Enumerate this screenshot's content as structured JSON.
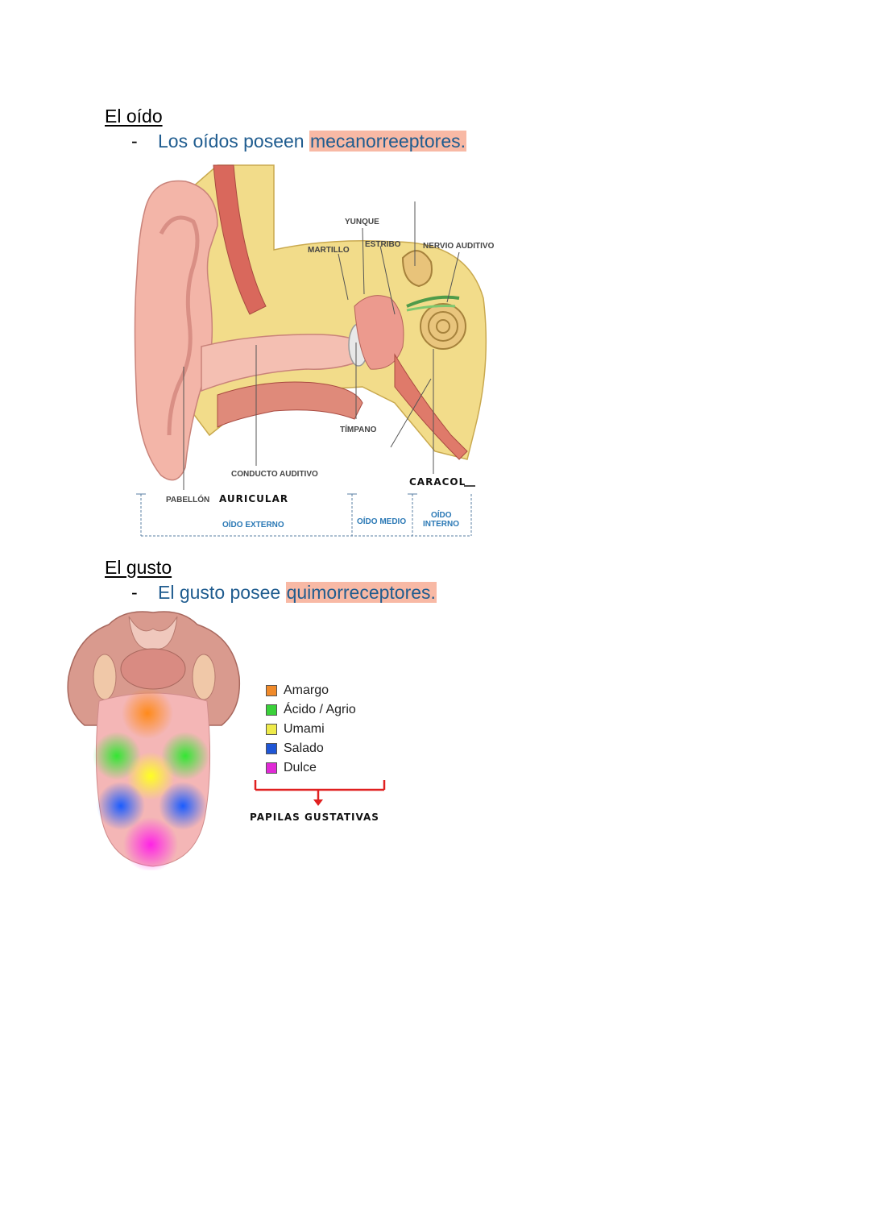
{
  "sections": {
    "ear": {
      "title": "El oído",
      "bullet_prefix": "Los oídos poseen ",
      "bullet_highlight": "mecanorreeptores."
    },
    "taste": {
      "title": "El gusto",
      "bullet_prefix": "El gusto posee ",
      "bullet_highlight": "quimorreceptores."
    }
  },
  "ear_diagram": {
    "labels": {
      "yunque": "YUNQUE",
      "martillo": "MARTILLO",
      "estribo": "ESTRIBO",
      "nervio": "NERVIO AUDITIVO",
      "timpano": "TÍMPANO",
      "conducto": "CONDUCTO AUDITIVO",
      "pabellon": "PABELLÓN",
      "auricular_hand": "AURICULAR",
      "caracol_hand": "CARACOL",
      "oido_externo": "OÍDO EXTERNO",
      "oido_medio": "OÍDO MEDIO",
      "oido_interno_1": "OÍDO",
      "oido_interno_2": "INTERNO"
    }
  },
  "tongue_legend": {
    "items": [
      {
        "label": "Amargo",
        "color": "#f08a2a"
      },
      {
        "label": "Ácido / Agrio",
        "color": "#3ad13a"
      },
      {
        "label": "Umami",
        "color": "#eeea4a"
      },
      {
        "label": "Salado",
        "color": "#1f56d6"
      },
      {
        "label": "Dulce",
        "color": "#e02ad6"
      }
    ],
    "bracket_label": "PAPILAS GUSTATIVAS"
  }
}
